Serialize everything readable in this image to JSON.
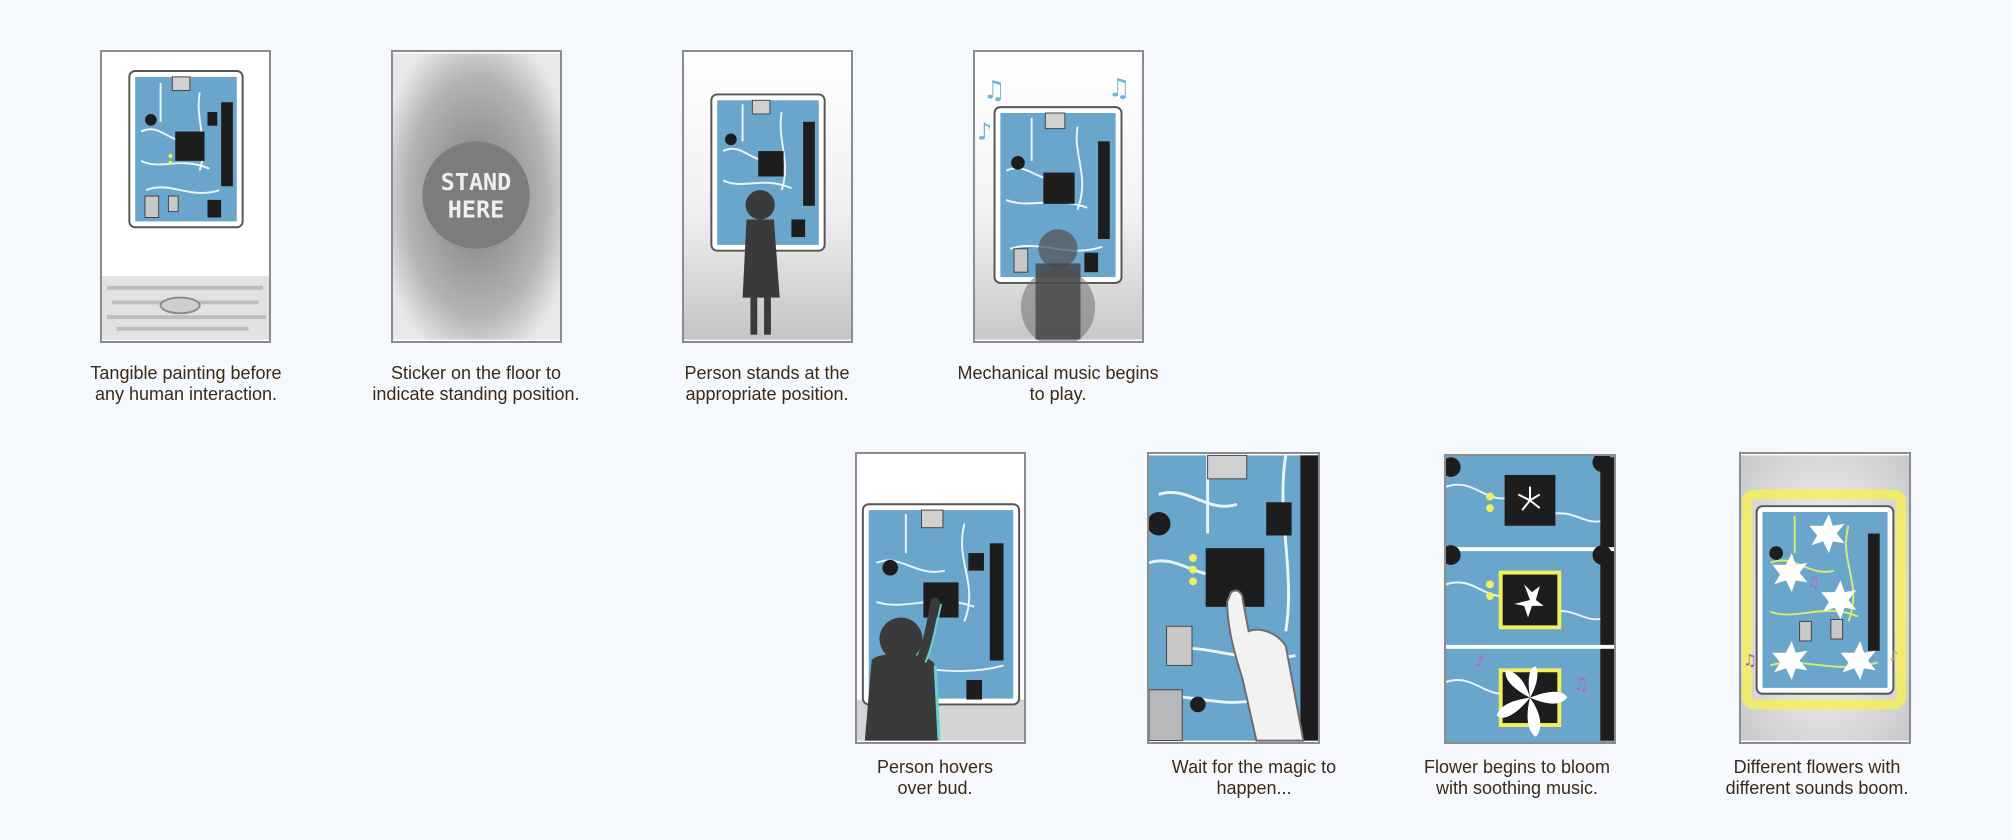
{
  "storyboard": {
    "row1": [
      {
        "line1": "Tangible painting before",
        "line2": "any human interaction."
      },
      {
        "line1": "Sticker on the floor to",
        "line2": "indicate standing position."
      },
      {
        "line1": "Person stands at the",
        "line2": "appropriate position."
      },
      {
        "line1": "Mechanical music begins",
        "line2": "to play."
      }
    ],
    "row2": [
      {
        "line1": "Person hovers",
        "line2": "over bud."
      },
      {
        "line1": "Wait for the magic to",
        "line2": "happen..."
      },
      {
        "line1": "Flower begins to bloom",
        "line2": "with soothing music."
      },
      {
        "line1": "Different flowers with",
        "line2": "different sounds boom."
      }
    ],
    "sticker_text": {
      "line1": "STAND",
      "line2": "HERE"
    },
    "music_notes": [
      "♫",
      "♪"
    ]
  },
  "colors": {
    "board_blue": "#6aa5cb",
    "trace": "#e9f4fb",
    "chip": "#1d1d1d",
    "silhouette": "#3a3a3a",
    "glow": "#f2ef5a",
    "caption": "#3b2a16"
  }
}
